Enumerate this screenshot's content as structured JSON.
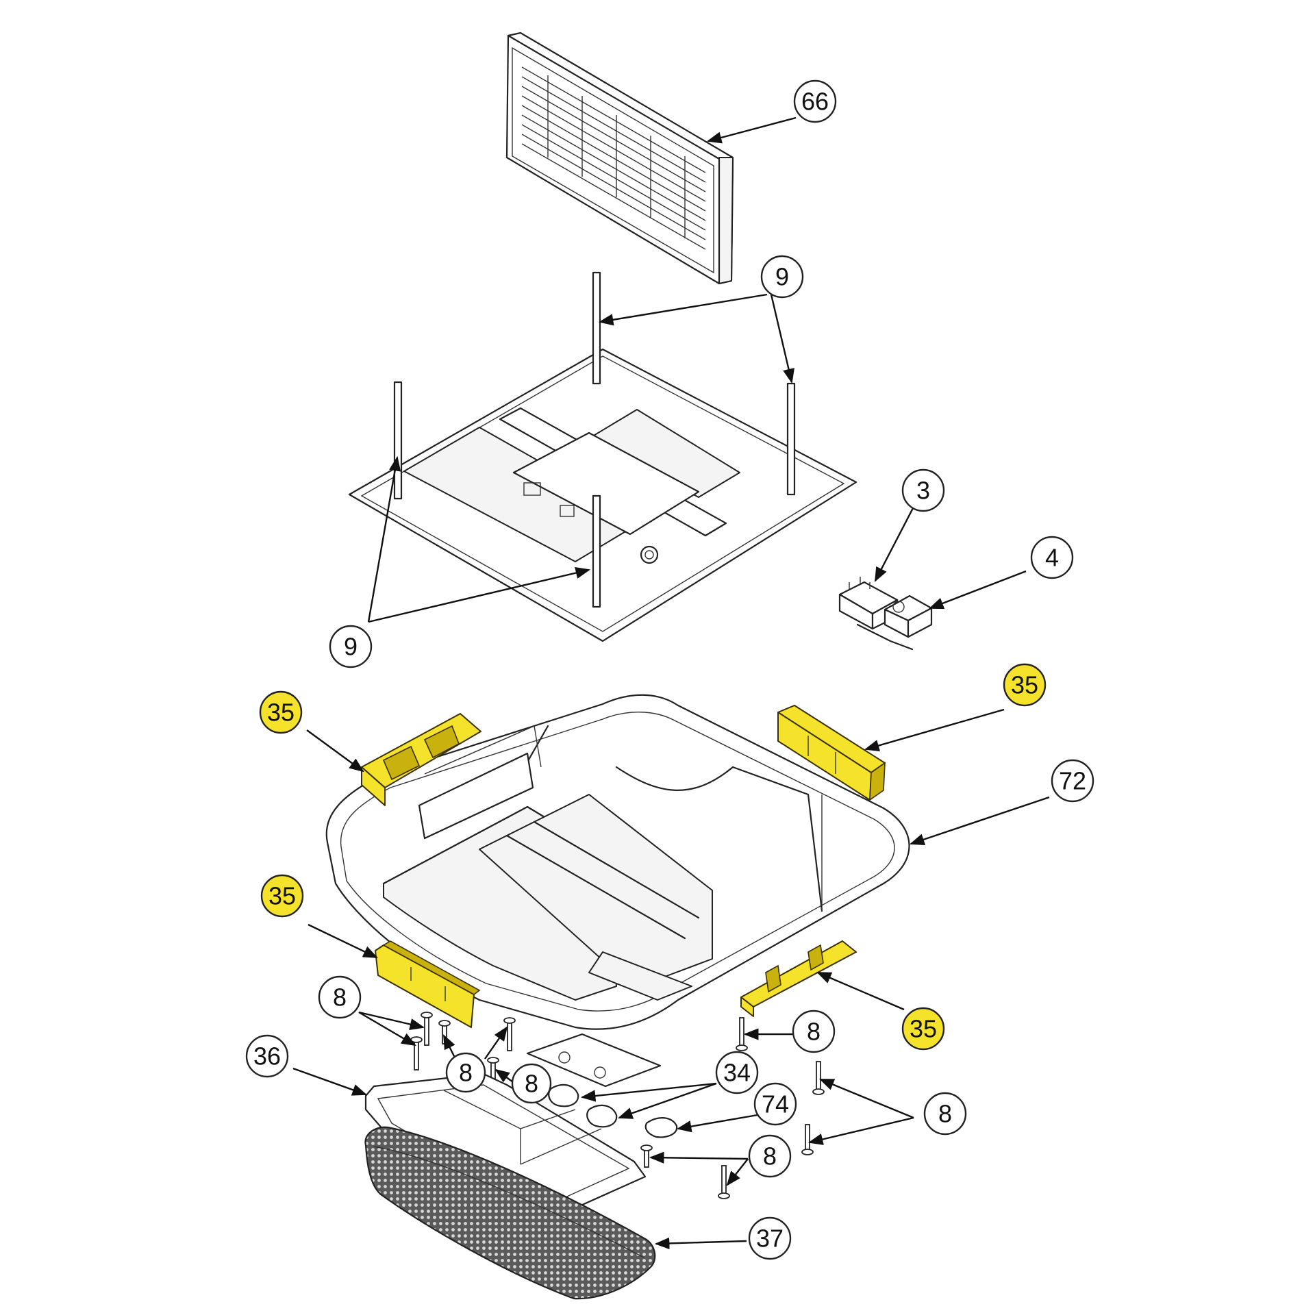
{
  "highlight_color": "#f5e22a",
  "callout_color": "#ffffff",
  "callouts": {
    "c66": "66",
    "c9_top": "9",
    "c9_bottom": "9",
    "c3": "3",
    "c4": "4",
    "c35_top_left": "35",
    "c35_top_right": "35",
    "c35_mid_left": "35",
    "c35_bottom_right": "35",
    "c72": "72",
    "c8_left": "8",
    "c8_mid_a": "8",
    "c8_mid_b": "8",
    "c8_right_top": "8",
    "c8_right_mid": "8",
    "c8_right_bottom": "8",
    "c36": "36",
    "c34": "34",
    "c74": "74",
    "c37": "37"
  }
}
